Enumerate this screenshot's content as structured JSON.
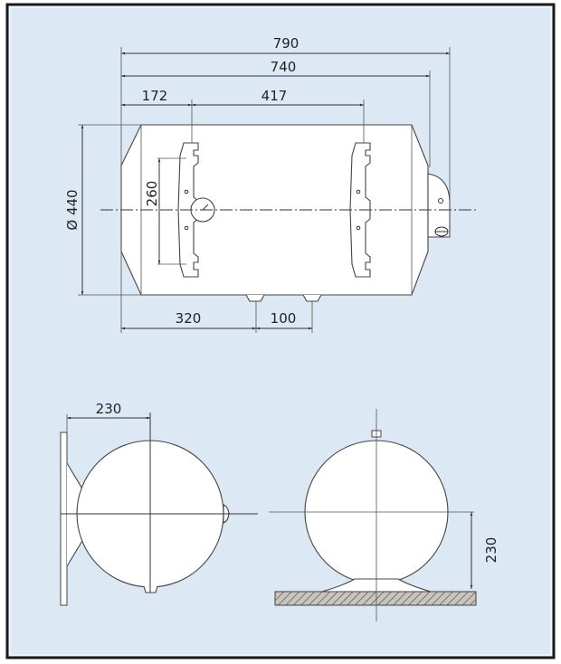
{
  "drawing": {
    "front_view": {
      "overall_length_label": "790",
      "tank_length_label": "740",
      "bracket_offset_label": "172",
      "bracket_spacing_label": "417",
      "diameter_label": "Ø 440",
      "bracket_hole_spacing_label": "260",
      "pipe_offset_label": "320",
      "pipe_spacing_label": "100"
    },
    "side_view_wall": {
      "wall_to_center_label": "230"
    },
    "side_view_floor": {
      "floor_to_center_label": "230"
    }
  },
  "colors": {
    "background": "#dce8f4",
    "frame": "#1a1a1a",
    "line": "#333333"
  }
}
